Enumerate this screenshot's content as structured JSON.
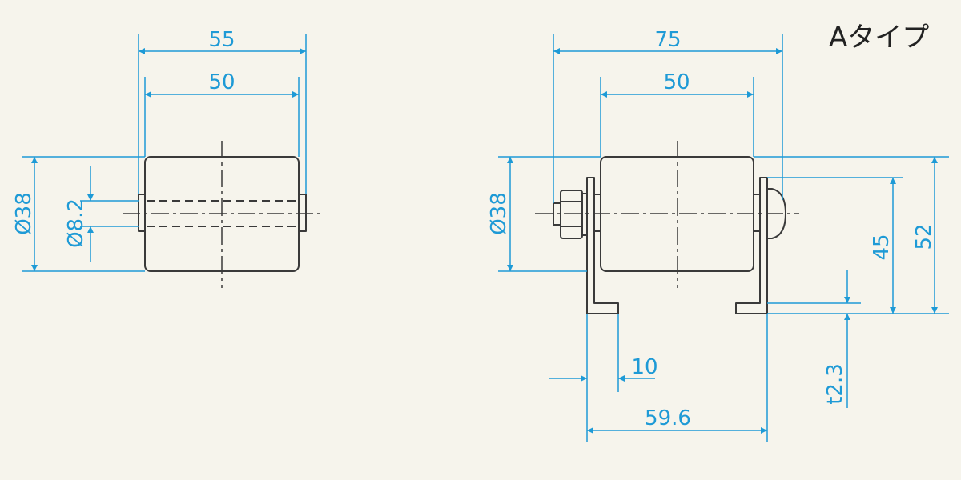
{
  "title": "Aタイプ",
  "left_view": {
    "dims": {
      "overall_width": "55",
      "roller_width": "50",
      "roller_diameter": "Ø38",
      "shaft_diameter": "Ø8.2"
    }
  },
  "right_view": {
    "dims": {
      "overall_width": "75",
      "roller_width": "50",
      "roller_diameter": "Ø38",
      "bracket_hole_height": "45",
      "bracket_height": "52",
      "bracket_foot": "10",
      "bracket_base": "59.6",
      "plate_thickness": "t2.3"
    }
  },
  "colors": {
    "background": "#f6f4ec",
    "dimension": "#1e9ad6",
    "outline": "#3a3a3a"
  }
}
